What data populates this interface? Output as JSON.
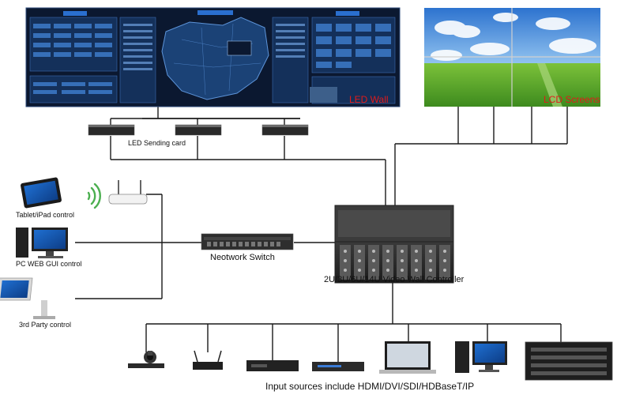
{
  "led_wall": {
    "label": "LED Wall"
  },
  "lcd_wall": {
    "label": "LCD Screens"
  },
  "led_sending": {
    "label": "LED Sending card"
  },
  "network_switch": {
    "label": "Neotwork Switch"
  },
  "controller": {
    "label": "2U/3U/6U/14U Video Wall Controller"
  },
  "control_devices": {
    "tablet": {
      "label": "Tablet/iPad control"
    },
    "pc": {
      "label": "PC WEB GUI control"
    },
    "third_party": {
      "label": "3rd Party control"
    }
  },
  "inputs": {
    "label": "Input sources include HDMI/DVI/SDI/HDBaseT/IP"
  },
  "colors": {
    "line": "#1a1a1a",
    "wall_label": "#e21a1a",
    "sky": "#3a82d6",
    "grass": "#4fa22a",
    "led_bg": "#0b1830"
  }
}
